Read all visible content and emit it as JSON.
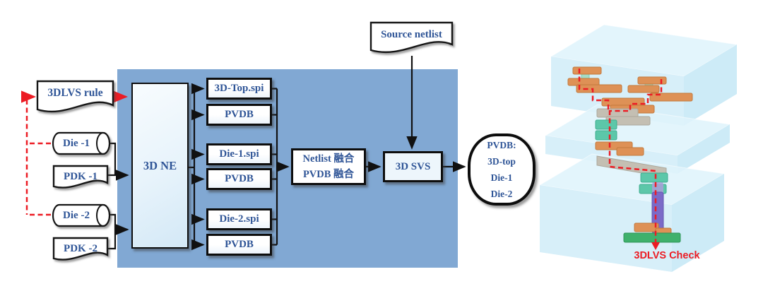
{
  "flow": {
    "rule_doc": "3DLVS rule",
    "die1": "Die -1",
    "pdk1": "PDK -1",
    "die2": "Die -2",
    "pdk2": "PDK -2",
    "source_netlist": "Source netlist",
    "netlist_extractor": "3D NE",
    "outputs": [
      "3D-Top.spi",
      "PVDB",
      "Die-1.spi",
      "PVDB",
      "Die-2.spi",
      "PVDB"
    ],
    "merge_box": [
      "Netlist 融合",
      "PVDB 融合"
    ],
    "svs": "3D SVS",
    "result_lines": [
      "PVDB:",
      "3D-top",
      "Die-1",
      "Die-2"
    ]
  },
  "illustration": {
    "caption": "3DLVS Check"
  },
  "colors": {
    "ink-blue": "#2F5597",
    "panel-blue": "#81A8D3",
    "line-black": "#111111",
    "accent-red": "#EC1C24",
    "ne-fill": "#E7F3FB",
    "svs-fill": "#EDF6FC",
    "slab-top": "#E0F4FC",
    "slab-front": "#CEECF8",
    "slab-side": "#C2E6F5",
    "metal-orange": "#DE9156",
    "pad-teal": "#5CC7A9",
    "via-teal": "#A4DCC6",
    "metal-gray": "#C4BFB3",
    "tsv-purple": "#7B6AC8",
    "substrate-green": "#3FB16C"
  }
}
